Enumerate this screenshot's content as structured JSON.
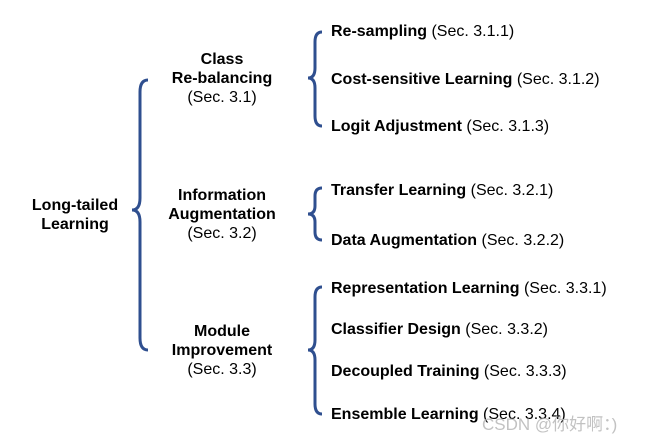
{
  "diagram": {
    "root": {
      "line1": "Long-tailed",
      "line2": "Learning"
    },
    "categories": [
      {
        "title_line1": "Class",
        "title_line2": "Re-balancing",
        "section": "(Sec. 3.1)",
        "items": [
          {
            "name": "Re-sampling",
            "section": "(Sec. 3.1.1)"
          },
          {
            "name": "Cost-sensitive Learning",
            "section": "(Sec. 3.1.2)"
          },
          {
            "name": "Logit Adjustment",
            "section": "(Sec. 3.1.3)"
          }
        ]
      },
      {
        "title_line1": "Information",
        "title_line2": "Augmentation",
        "section": "(Sec. 3.2)",
        "items": [
          {
            "name": "Transfer Learning",
            "section": "(Sec. 3.2.1)"
          },
          {
            "name": "Data Augmentation",
            "section": "(Sec. 3.2.2)"
          }
        ]
      },
      {
        "title_line1": "Module",
        "title_line2": "Improvement",
        "section": "(Sec. 3.3)",
        "items": [
          {
            "name": "Representation Learning",
            "section": "(Sec. 3.3.1)"
          },
          {
            "name": "Classifier Design",
            "section": "(Sec. 3.3.2)"
          },
          {
            "name": "Decoupled Training",
            "section": "(Sec. 3.3.3)"
          },
          {
            "name": "Ensemble Learning",
            "section": "(Sec. 3.3.4)"
          }
        ]
      }
    ],
    "bracket_color": "#2f4f8f",
    "watermark": "CSDN @你好啊：)"
  }
}
